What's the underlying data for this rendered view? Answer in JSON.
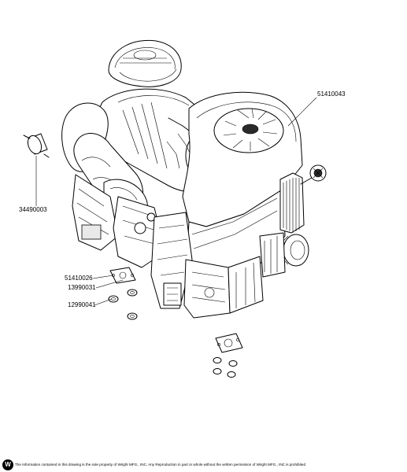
{
  "part_labels": {
    "engine": "51410043",
    "fuel_filter": "34490003",
    "gasket": "51410026",
    "stud": "13990031",
    "nut": "12990041"
  },
  "footer": {
    "logo_text": "W",
    "notice": "The Information contained in this drawing is the sole property of Wright MFG., INC. Any Reproduction in part or whole without the written permission of Wright MFG., INC is prohibited"
  }
}
